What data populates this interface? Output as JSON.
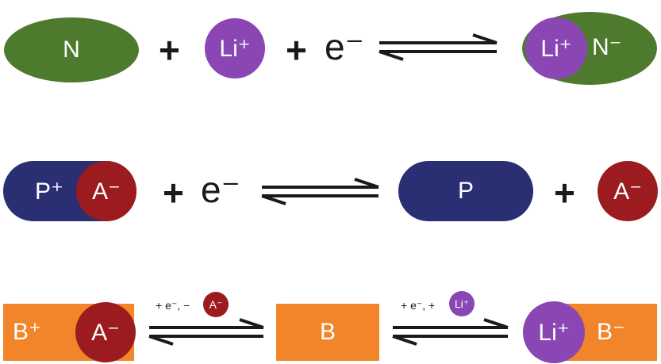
{
  "colors": {
    "green": "#4e7a2e",
    "purple": "#8a46b3",
    "navy": "#2a2e73",
    "crimson": "#9b1b1e",
    "orange": "#f2852a",
    "text": "#1a1a1a"
  },
  "row1": {
    "n_label": "N",
    "plus1": "+",
    "li_label": "Li⁺",
    "plus2": "+",
    "electron": "e⁻",
    "product_li": "Li⁺",
    "product_n": "N⁻"
  },
  "row2": {
    "p_label": "P⁺",
    "a_label": "A⁻",
    "plus1": "+",
    "electron": "e⁻",
    "product_p": "P",
    "plus2": "+",
    "product_a": "A⁻"
  },
  "row3": {
    "b_label": "B⁺",
    "a_label": "A⁻",
    "arrow1_label": "+ e⁻, −",
    "arrow1_circle": "A⁻",
    "mid_b": "B",
    "arrow2_label": "+ e⁻, +",
    "arrow2_circle": "Li⁺",
    "product_li": "Li⁺",
    "product_b": "B⁻"
  }
}
